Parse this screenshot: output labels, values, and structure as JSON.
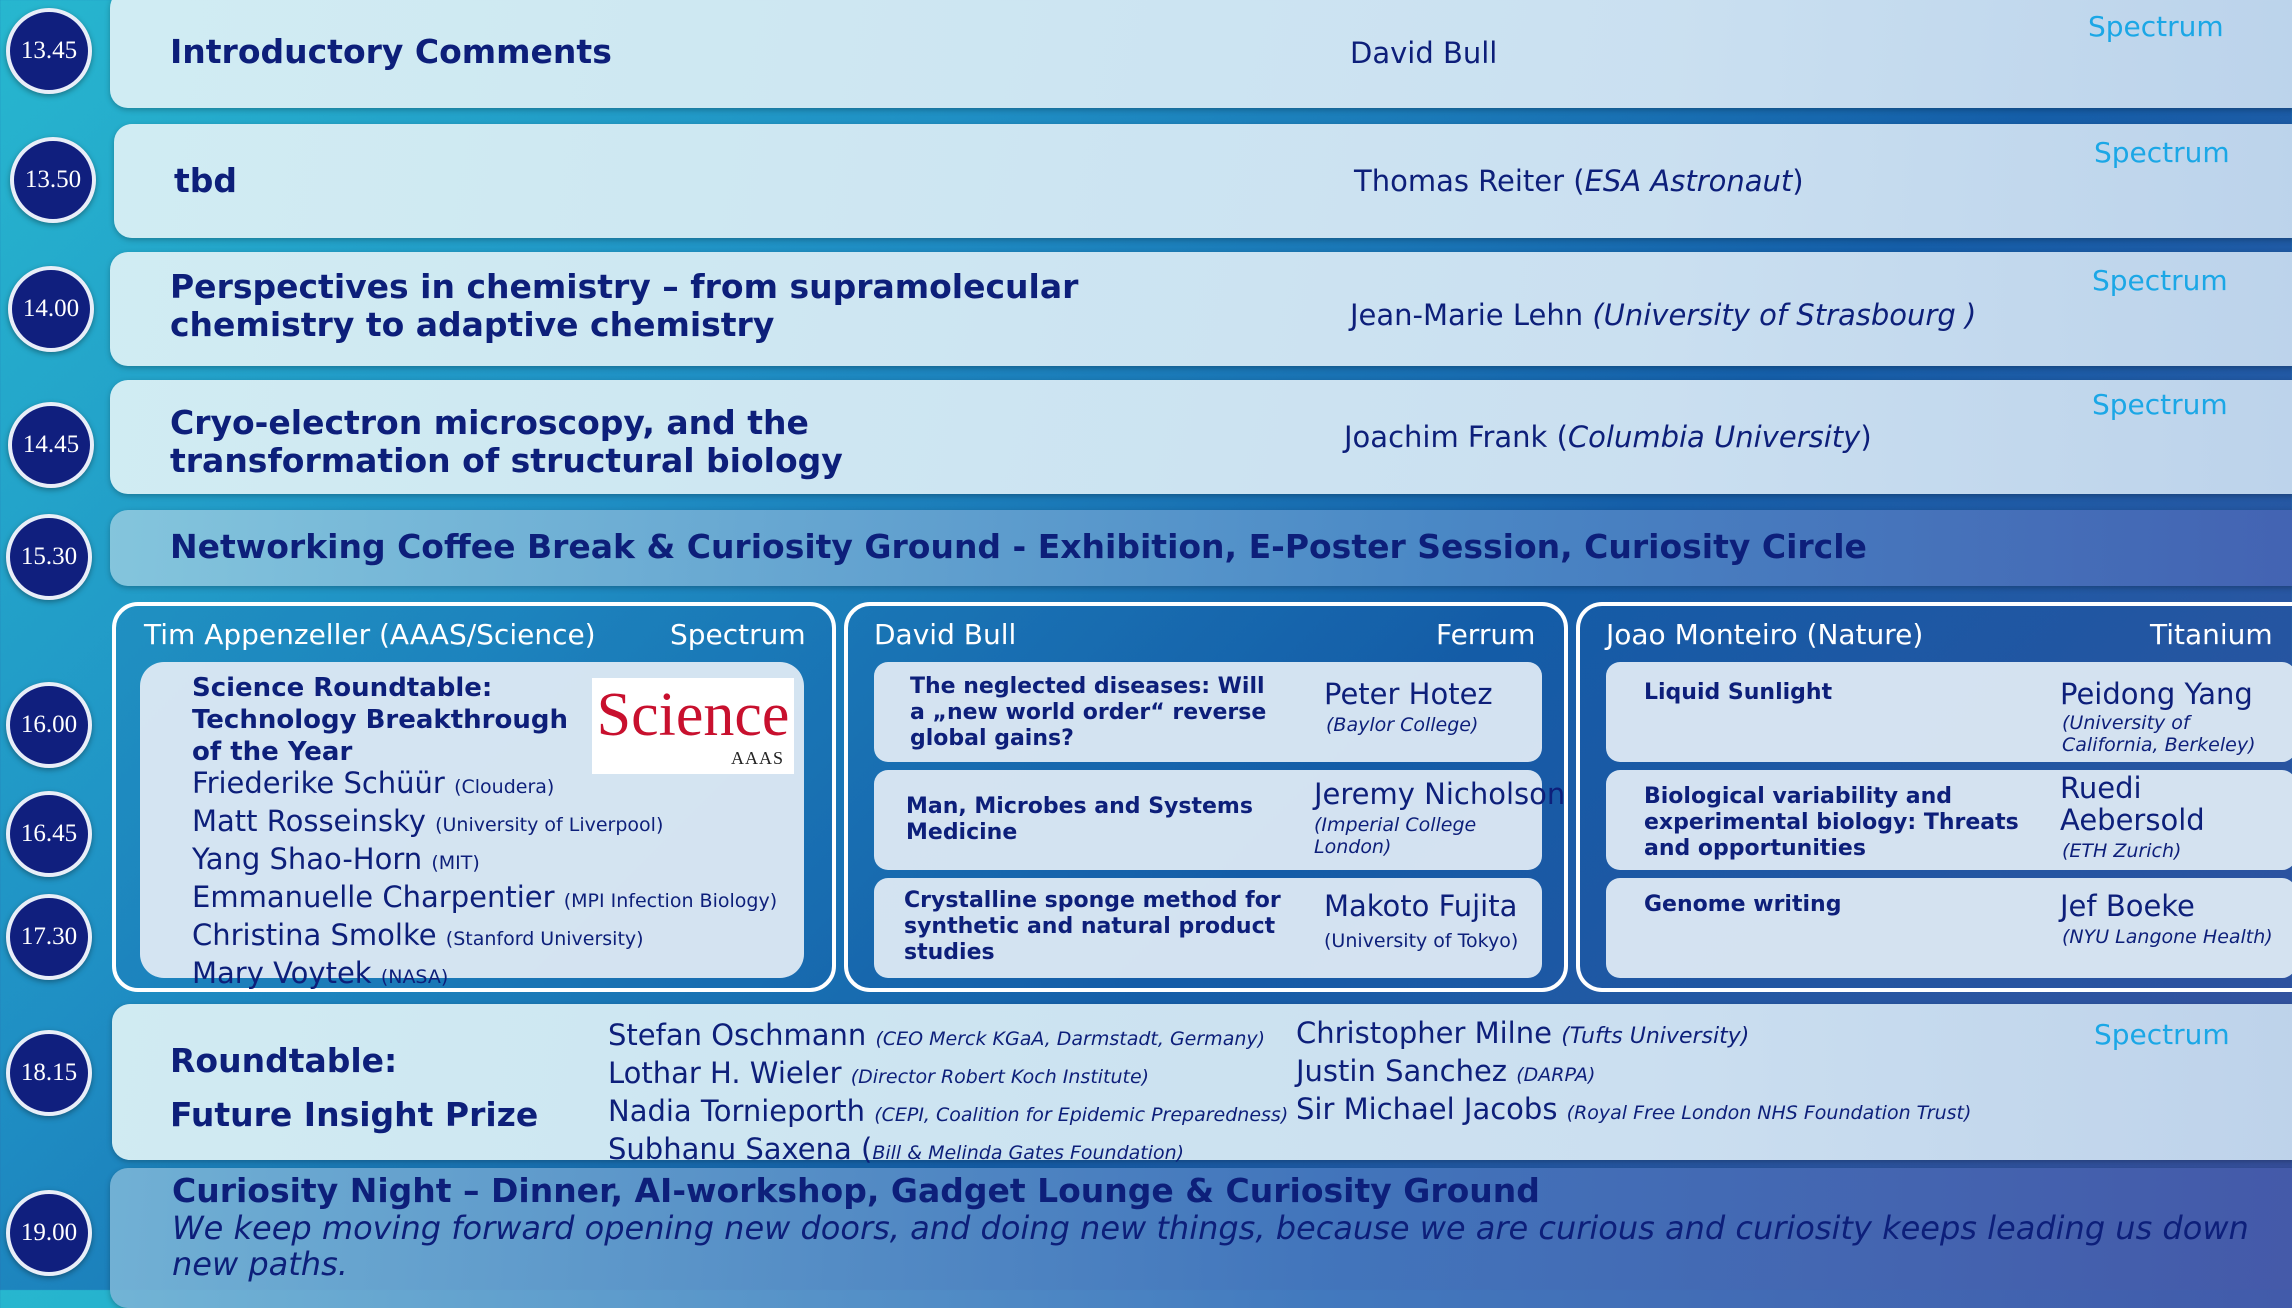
{
  "times": [
    "13.45",
    "13.50",
    "14.00",
    "14.45",
    "15.30",
    "16.00",
    "16.45",
    "17.30",
    "18.15",
    "19.00"
  ],
  "room_spectrum": "Spectrum",
  "talks": [
    {
      "title": "Introductory Comments",
      "speaker": "David Bull",
      "aff": ""
    },
    {
      "title": "tbd",
      "speaker": "Thomas Reiter (",
      "aff": "ESA Astronaut",
      "close": ")"
    },
    {
      "title_l1": "Perspectives in chemistry – from supramolecular",
      "title_l2": "chemistry to adaptive chemistry",
      "speaker": "Jean-Marie Lehn ",
      "aff": "(University of Strasbourg )"
    },
    {
      "title_l1": "Cryo-electron microscopy, and the",
      "title_l2": "transformation of structural biology",
      "speaker": "Joachim Frank (",
      "aff": "Columbia University",
      "close": ")"
    }
  ],
  "break": {
    "title": "Networking Coffee Break & Curiosity Ground - Exhibition, E-Poster Session, Curiosity Circle"
  },
  "sessions": [
    {
      "chair": "Tim Appenzeller (AAAS/Science)",
      "room": "Spectrum",
      "title_l1": "Science Roundtable:",
      "title_l2": "Technology Breakthrough",
      "title_l3": "of the Year",
      "logo_main": "Science",
      "logo_sub": "AAAS",
      "panel": [
        {
          "name": "Friederike Schüür",
          "aff": "(Cloudera)"
        },
        {
          "name": "Matt Rosseinsky",
          "aff": "(University of Liverpool)"
        },
        {
          "name": "Yang Shao-Horn",
          "aff": "(MIT)"
        },
        {
          "name": "Emmanuelle Charpentier",
          "aff": "(MPI Infection Biology)"
        },
        {
          "name": "Christina Smolke",
          "aff": "(Stanford University)"
        },
        {
          "name": "Mary Voytek",
          "aff": "(NASA)"
        }
      ]
    },
    {
      "chair": "David Bull",
      "room": "Ferrum",
      "talks": [
        {
          "t1": "The neglected diseases: Will",
          "t2": "a „new world order“ reverse",
          "t3": "global gains?",
          "name": "Peter Hotez",
          "aff": "(Baylor College)"
        },
        {
          "t1": "Man, Microbes and Systems",
          "t2": "Medicine",
          "name": "Jeremy Nicholson",
          "aff": "(Imperial College London)"
        },
        {
          "t1": "Crystalline sponge method for",
          "t2": "synthetic and natural product",
          "t3": "studies",
          "name": "Makoto Fujita",
          "aff": "(University of Tokyo)"
        }
      ]
    },
    {
      "chair": "Joao Monteiro (Nature)",
      "room": "Titanium",
      "talks": [
        {
          "t1": "Liquid Sunlight",
          "name": "Peidong Yang",
          "aff1": "(University of",
          "aff2": "California, Berkeley)"
        },
        {
          "t1": "Biological variability and",
          "t2": "experimental biology: Threats",
          "t3": "and opportunities",
          "name1": "Ruedi",
          "name2": "Aebersold",
          "aff": "(ETH Zurich)"
        },
        {
          "t1": "Genome writing",
          "name": "Jef Boeke",
          "aff": "(NYU Langone Health)"
        }
      ]
    }
  ],
  "roundtable": {
    "title_l1": "Roundtable:",
    "title_l2": "Future Insight Prize",
    "room": "Spectrum",
    "left": [
      {
        "name": "Stefan Oschmann",
        "aff": "(CEO Merck KGaA, Darmstadt, Germany)"
      },
      {
        "name": "Lothar H. Wieler",
        "aff": "(Director Robert Koch Institute)"
      },
      {
        "name": "Nadia Tornieporth",
        "aff": "(CEPI, Coalition for Epidemic Preparedness)"
      },
      {
        "name": "Subhanu Saxena (",
        "aff": "Bill & Melinda Gates Foundation)"
      }
    ],
    "right": [
      {
        "name": "Christopher Milne",
        "aff": "(Tufts University)"
      },
      {
        "name": "Justin Sanchez",
        "aff": "(DARPA)"
      },
      {
        "name": "Sir Michael Jacobs",
        "aff": "(Royal Free London NHS Foundation Trust)"
      }
    ]
  },
  "night": {
    "title": "Curiosity Night – Dinner, AI-workshop, Gadget Lounge & Curiosity Ground",
    "quote_l1": "We keep moving forward opening new doors, and doing new things, because we are curious and curiosity keeps leading us down",
    "quote_l2": "new paths."
  }
}
